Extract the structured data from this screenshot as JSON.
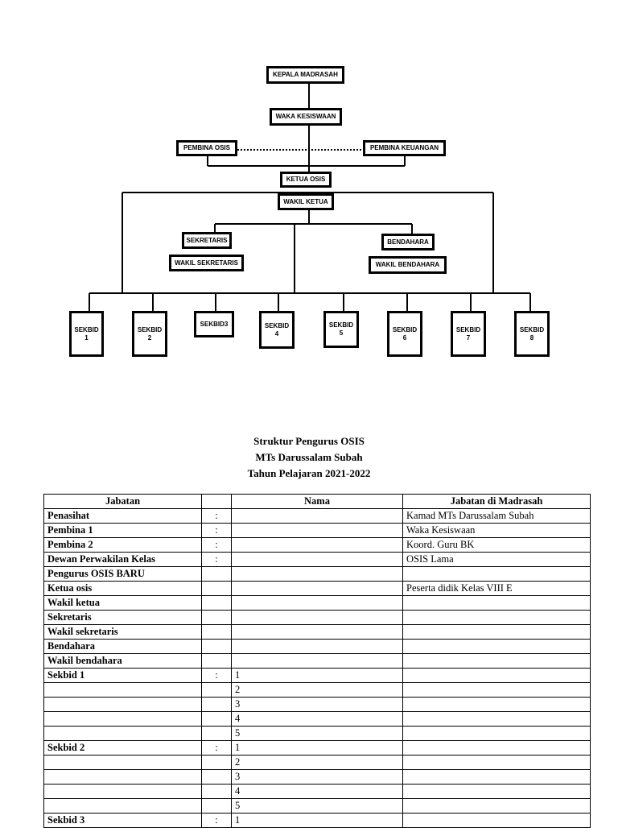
{
  "org_chart": {
    "head": "KEPALA MADRASAH",
    "vice": "WAKA KESISWAAN",
    "advisor_left": "PEMBINA OSIS",
    "advisor_right": "PEMBINA KEUANGAN",
    "chair": "KETUA OSIS",
    "vice_chair": "WAKIL KETUA",
    "secretary": "SEKRETARIS",
    "vice_secretary": "WAKIL SEKRETARIS",
    "treasurer": "BENDAHARA",
    "vice_treasurer": "WAKIL BENDAHARA",
    "sekbid": [
      {
        "line1": "SEKBID",
        "line2": "1"
      },
      {
        "line1": "SEKBID",
        "line2": "2"
      },
      {
        "line1": "SEKBID3",
        "line2": ""
      },
      {
        "line1": "SEKBID",
        "line2": "4"
      },
      {
        "line1": "SEKBID",
        "line2": "5"
      },
      {
        "line1": "SEKBID",
        "line2": "6"
      },
      {
        "line1": "SEKBID",
        "line2": "7"
      },
      {
        "line1": "SEKBID",
        "line2": "8"
      }
    ]
  },
  "doc": {
    "title_line1": "Struktur Pengurus OSIS",
    "title_line2": "MTs Darussalam Subah",
    "title_line3": "Tahun Pelajaran 2021-2022"
  },
  "table": {
    "headers": [
      "Jabatan",
      "",
      "Nama",
      "Jabatan di Madrasah"
    ],
    "rows": [
      [
        "Penasihat",
        ":",
        "",
        "Kamad MTs Darussalam Subah"
      ],
      [
        "Pembina 1",
        ":",
        "",
        "Waka Kesiswaan"
      ],
      [
        "Pembina 2",
        ":",
        "",
        "Koord. Guru BK"
      ],
      [
        "Dewan Perwakilan Kelas",
        ":",
        "",
        "OSIS Lama"
      ],
      [
        "Pengurus OSIS BARU",
        "",
        "",
        ""
      ],
      [
        "Ketua osis",
        "",
        "",
        "Peserta didik Kelas VIII E"
      ],
      [
        "Wakil ketua",
        "",
        "",
        ""
      ],
      [
        "Sekretaris",
        "",
        "",
        ""
      ],
      [
        "Wakil sekretaris",
        "",
        "",
        ""
      ],
      [
        "Bendahara",
        "",
        "",
        ""
      ],
      [
        "Wakil bendahara",
        "",
        "",
        ""
      ],
      [
        "Sekbid 1",
        ":",
        "1",
        ""
      ],
      [
        "",
        "",
        "2",
        ""
      ],
      [
        "",
        "",
        "3",
        ""
      ],
      [
        "",
        "",
        "4",
        ""
      ],
      [
        "",
        "",
        "5",
        ""
      ],
      [
        "Sekbid 2",
        ":",
        "1",
        ""
      ],
      [
        "",
        "",
        "2",
        ""
      ],
      [
        "",
        "",
        "3",
        ""
      ],
      [
        "",
        "",
        "4",
        ""
      ],
      [
        "",
        "",
        "5",
        ""
      ],
      [
        "Sekbid 3",
        ":",
        "1",
        ""
      ]
    ]
  }
}
